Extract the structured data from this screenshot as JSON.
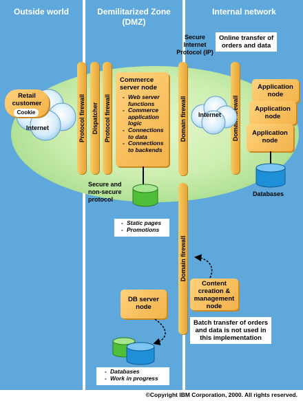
{
  "zones": {
    "outside": "Outside world",
    "dmz_line1": "Demilitarized Zone",
    "dmz_line2": "(DMZ)",
    "internal": "Internal network"
  },
  "labels": {
    "secure_ip": [
      "Secure",
      "Internet",
      "Protocol (IP)"
    ],
    "online_transfer": [
      "Online transfer of",
      "orders and data"
    ],
    "secure_protocol": [
      "Secure and",
      "non-secure",
      "protocol"
    ],
    "batch_note": [
      "Batch transfer of orders",
      "and data is not used in",
      "this implementation"
    ]
  },
  "retail": {
    "customer": [
      "Retail",
      "customer"
    ],
    "cookie": "Cookie",
    "internet": "Internet"
  },
  "internet_internal": "Internet",
  "firewalls": {
    "protocol1": "Protocol firewall",
    "dispatcher": "Dispatcher",
    "protocol2": "Protocol firewall",
    "domain1": "Domain firewall",
    "domain2": "Domain firewall",
    "domain3": "Domain firewall"
  },
  "commerce": {
    "title": [
      "Commerce",
      "server node"
    ],
    "functions": [
      [
        "Web server",
        "functions"
      ],
      [
        "Commerce",
        "application",
        "logic"
      ],
      [
        "Connections",
        "to data"
      ],
      [
        "Connections",
        "to backends"
      ]
    ]
  },
  "app_nodes": [
    [
      "Application",
      "node"
    ],
    [
      "Application",
      "node"
    ],
    [
      "Application",
      "node"
    ]
  ],
  "databases_internal": "Databases",
  "static_list": [
    "Static pages",
    "Promotions"
  ],
  "db_server": [
    "DB server",
    "node"
  ],
  "db_list": [
    "Databases",
    "Work in progress"
  ],
  "content_node": [
    "Content",
    "creation &",
    "management",
    "node"
  ],
  "copyright": "©Copyright IBM Corporation, 2000. All rights reserved."
}
